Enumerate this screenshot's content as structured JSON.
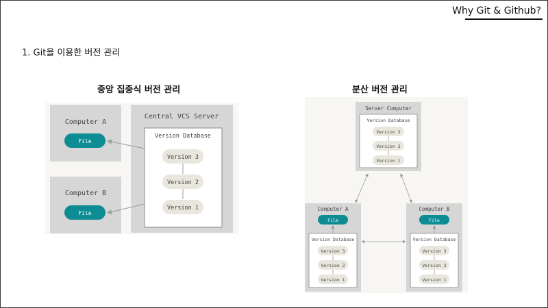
{
  "header": {
    "title": "Why Git & Github?"
  },
  "section": {
    "heading": "1. Git을 이용한 버전 관리"
  },
  "centralized": {
    "title": "중앙 집중식 버전 관리",
    "computer_a": "Computer A",
    "computer_b": "Computer B",
    "file_label": "File",
    "server_label": "Central VCS Server",
    "database_label": "Version Database",
    "versions": [
      "Version 3",
      "Version 2",
      "Version 1"
    ]
  },
  "distributed": {
    "title": "분산 버전 관리",
    "server_label": "Server Computer",
    "computer_a": "Computer A",
    "computer_b": "Computer B",
    "file_label": "File",
    "database_label": "Version Database",
    "versions": [
      "Version 3",
      "Version 2",
      "Version 1"
    ]
  },
  "colors": {
    "file_pill": "#0e8c94",
    "version_pill": "#e9e7dd",
    "box_gray": "#d6d6d6",
    "arrow": "#9a9a9a"
  }
}
